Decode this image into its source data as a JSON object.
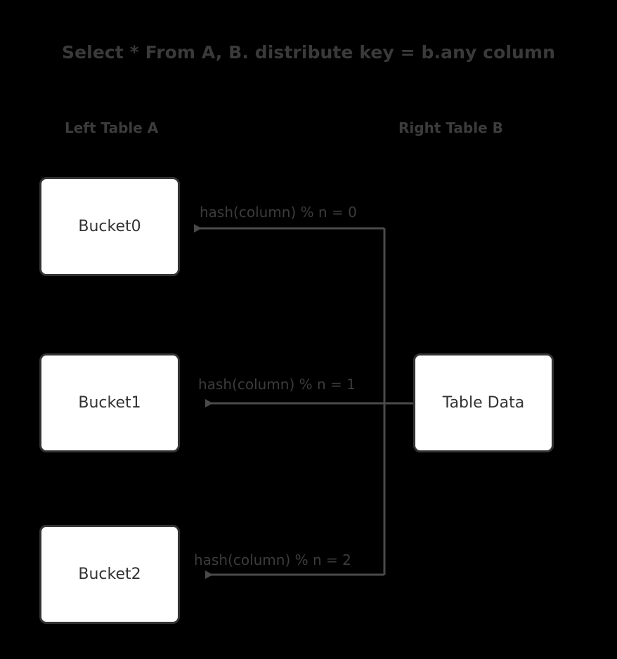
{
  "title": "Select * From A, B. distribute key = b.any column",
  "columns": {
    "left_header": "Left Table A",
    "right_header": "Right Table B"
  },
  "nodes": [
    {
      "id": "bucket0",
      "label": "Bucket0"
    },
    {
      "id": "bucket1",
      "label": "Bucket1"
    },
    {
      "id": "bucket2",
      "label": "Bucket2"
    },
    {
      "id": "tabledata",
      "label": "Table Data"
    }
  ],
  "edges": [
    {
      "id": "edge0",
      "label": "hash(column) % n = 0",
      "from": "tabledata",
      "to": "bucket0"
    },
    {
      "id": "edge1",
      "label": "hash(column) % n = 1",
      "from": "tabledata",
      "to": "bucket1"
    },
    {
      "id": "edge2",
      "label": "hash(column) % n = 2",
      "from": "tabledata",
      "to": "bucket2"
    }
  ],
  "colors": {
    "background": "#000000",
    "node_fill": "#ffffff",
    "node_stroke": "#333333",
    "text": "#3a3a3a",
    "edge_stroke": "#4a4a4a"
  }
}
